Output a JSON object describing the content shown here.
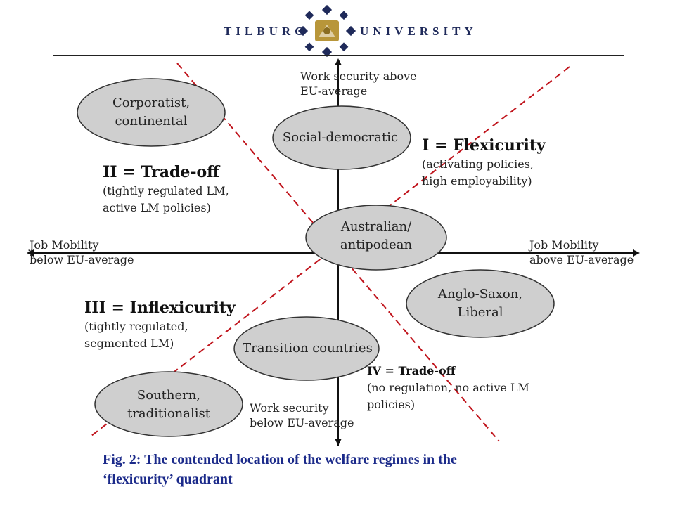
{
  "header": {
    "left_word": "Tilburg",
    "right_word": "University"
  },
  "axes": {
    "top_label_1": "Work security above",
    "top_label_2": "EU-average",
    "bottom_label_1": "Work security",
    "bottom_label_2": "below EU-average",
    "left_label_1": "Job Mobility",
    "left_label_2": "below EU-average",
    "right_label_1": "Job Mobility",
    "right_label_2": "above EU-average"
  },
  "regimes": {
    "corporatist_1": "Corporatist,",
    "corporatist_2": "continental",
    "social_democratic": "Social-democratic",
    "australian_1": "Australian/",
    "australian_2": "antipodean",
    "anglo_saxon_1": "Anglo-Saxon,",
    "anglo_saxon_2": "Liberal",
    "transition": "Transition countries",
    "southern_1": "Southern,",
    "southern_2": "traditionalist"
  },
  "quadrants": {
    "q1_title": "I = Flexicurity",
    "q1_sub_1": "(activating policies,",
    "q1_sub_2": "high employability)",
    "q2_title": "II = Trade-off",
    "q2_sub_1": "(tightly regulated LM,",
    "q2_sub_2": "active LM policies)",
    "q3_title": "III = Inflexicurity",
    "q3_sub_1": "(tightly regulated,",
    "q3_sub_2": "segmented LM)",
    "q4_title": "IV = Trade-off",
    "q4_sub_1": "(no regulation, no active LM",
    "q4_sub_2": "policies)"
  },
  "caption": {
    "line_1": "Fig. 2: The contended location of the welfare regimes in the",
    "line_2": "‘flexicurity’ quadrant"
  },
  "colors": {
    "ellipse_fill": "#cfcfcf",
    "dashed_line": "#c0141c",
    "caption": "#1b2a8a",
    "logo_blue": "#1f2a5a",
    "logo_gold": "#b8963a"
  }
}
